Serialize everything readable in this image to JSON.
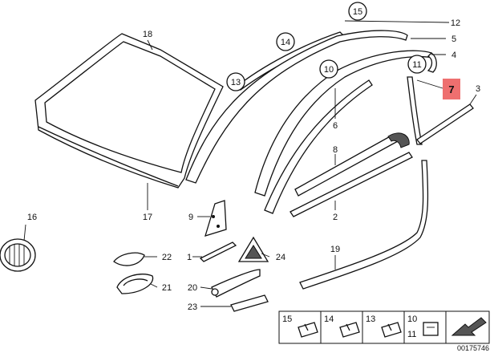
{
  "diagram_id": "00175746",
  "highlight_color": "#ee6f6f",
  "callouts": [
    {
      "id": "c1",
      "label": "1"
    },
    {
      "id": "c2",
      "label": "2"
    },
    {
      "id": "c3",
      "label": "3"
    },
    {
      "id": "c4",
      "label": "4"
    },
    {
      "id": "c5",
      "label": "5"
    },
    {
      "id": "c6",
      "label": "6"
    },
    {
      "id": "c7",
      "label": "7"
    },
    {
      "id": "c8",
      "label": "8"
    },
    {
      "id": "c9",
      "label": "9"
    },
    {
      "id": "c10",
      "label": "10"
    },
    {
      "id": "c11",
      "label": "11"
    },
    {
      "id": "c12",
      "label": "12"
    },
    {
      "id": "c13",
      "label": "13"
    },
    {
      "id": "c14",
      "label": "14"
    },
    {
      "id": "c15",
      "label": "15"
    },
    {
      "id": "c16",
      "label": "16"
    },
    {
      "id": "c17",
      "label": "17"
    },
    {
      "id": "c18",
      "label": "18"
    },
    {
      "id": "c19",
      "label": "19"
    },
    {
      "id": "c20",
      "label": "20"
    },
    {
      "id": "c21",
      "label": "21"
    },
    {
      "id": "c22",
      "label": "22"
    },
    {
      "id": "c23",
      "label": "23"
    },
    {
      "id": "c24",
      "label": "24"
    }
  ],
  "legend": {
    "cells": [
      {
        "label": "15"
      },
      {
        "label": "14"
      },
      {
        "label": "13"
      },
      {
        "label": "10",
        "label2": "11"
      },
      {
        "label": ""
      }
    ]
  }
}
